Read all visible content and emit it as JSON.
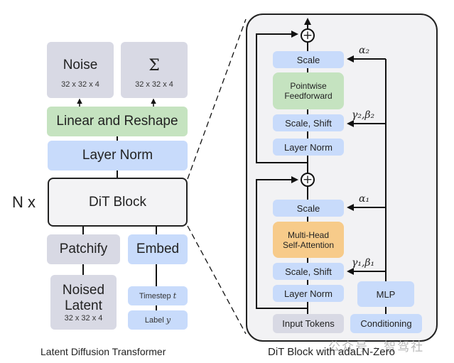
{
  "left_diagram": {
    "caption": "Latent Diffusion Transformer",
    "repeat_label": "N x",
    "outputs": [
      {
        "title": "Noise",
        "shape": "32 x 32 x 4"
      },
      {
        "title": "Σ",
        "shape": "32 x 32 x 4"
      }
    ],
    "linear_reshape": "Linear and Reshape",
    "layer_norm": "Layer Norm",
    "dit_block": "DiT Block",
    "patchify": "Patchify",
    "embed": "Embed",
    "noised_latent": {
      "line1": "Noised",
      "line2": "Latent",
      "shape": "32 x 32 x 4"
    },
    "timestep": {
      "text": "Timestep ",
      "var": "t"
    },
    "label": {
      "text": "Label ",
      "var": "y"
    }
  },
  "right_diagram": {
    "caption": "DiT Block with adaLN-Zero",
    "top_scale": "Scale",
    "feedforward": {
      "line1": "Pointwise",
      "line2": "Feedforward"
    },
    "scale_shift_2": "Scale, Shift",
    "layer_norm_2": "Layer Norm",
    "bottom_scale": "Scale",
    "attention": {
      "line1": "Multi-Head",
      "line2": "Self-Attention"
    },
    "scale_shift_1": "Scale, Shift",
    "layer_norm_1": "Layer Norm",
    "mlp": "MLP",
    "input_tokens": "Input Tokens",
    "conditioning": "Conditioning",
    "plus_symbol": "+",
    "params": {
      "alpha2": "α₂",
      "gamma2_beta2": "γ₂,β₂",
      "alpha1": "α₁",
      "gamma1_beta1": "γ₁,β₁"
    }
  },
  "watermark": "公众号 · 智驾社",
  "colors": {
    "gray_box": "#d8d9e4",
    "blue_box": "#c8dbfb",
    "green_box": "#c5e3c0",
    "orange_box": "#f7cb8a",
    "panel_bg": "#f2f2f4"
  }
}
